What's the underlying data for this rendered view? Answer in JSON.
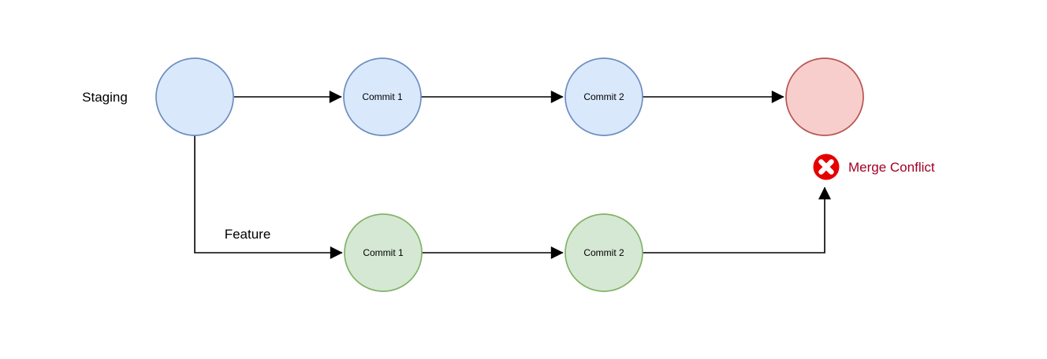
{
  "diagram": {
    "type": "git-branch-merge-diagram",
    "background_color": "#ffffff",
    "branches": {
      "staging": {
        "label": "Staging"
      },
      "feature": {
        "label": "Feature"
      }
    },
    "staging_branch": {
      "nodes": [
        {
          "id": "staging-start",
          "label": "",
          "color_name": "blue"
        },
        {
          "id": "staging-commit-1",
          "label": "Commit 1",
          "color_name": "blue"
        },
        {
          "id": "staging-commit-2",
          "label": "Commit 2",
          "color_name": "blue"
        },
        {
          "id": "merge-result",
          "label": "",
          "color_name": "red"
        }
      ]
    },
    "feature_branch": {
      "nodes": [
        {
          "id": "feature-commit-1",
          "label": "Commit 1",
          "color_name": "green"
        },
        {
          "id": "feature-commit-2",
          "label": "Commit 2",
          "color_name": "green"
        }
      ]
    },
    "annotation": {
      "icon": "error-x-icon",
      "label": "Merge Conflict",
      "label_color": "#a20025",
      "icon_color": "#e60000"
    },
    "edges": [
      {
        "from": "staging-start",
        "to": "staging-commit-1"
      },
      {
        "from": "staging-commit-1",
        "to": "staging-commit-2"
      },
      {
        "from": "staging-commit-2",
        "to": "merge-result"
      },
      {
        "from": "staging-start",
        "to": "feature-commit-1"
      },
      {
        "from": "feature-commit-1",
        "to": "feature-commit-2"
      },
      {
        "from": "feature-commit-2",
        "to": "merge-conflict-icon"
      }
    ],
    "colors": {
      "blue_fill": "#dae8fc",
      "blue_stroke": "#6c8ebf",
      "green_fill": "#d5e8d4",
      "green_stroke": "#82b366",
      "red_fill": "#f8cecc",
      "red_stroke": "#b85450",
      "edge": "#000000"
    }
  }
}
